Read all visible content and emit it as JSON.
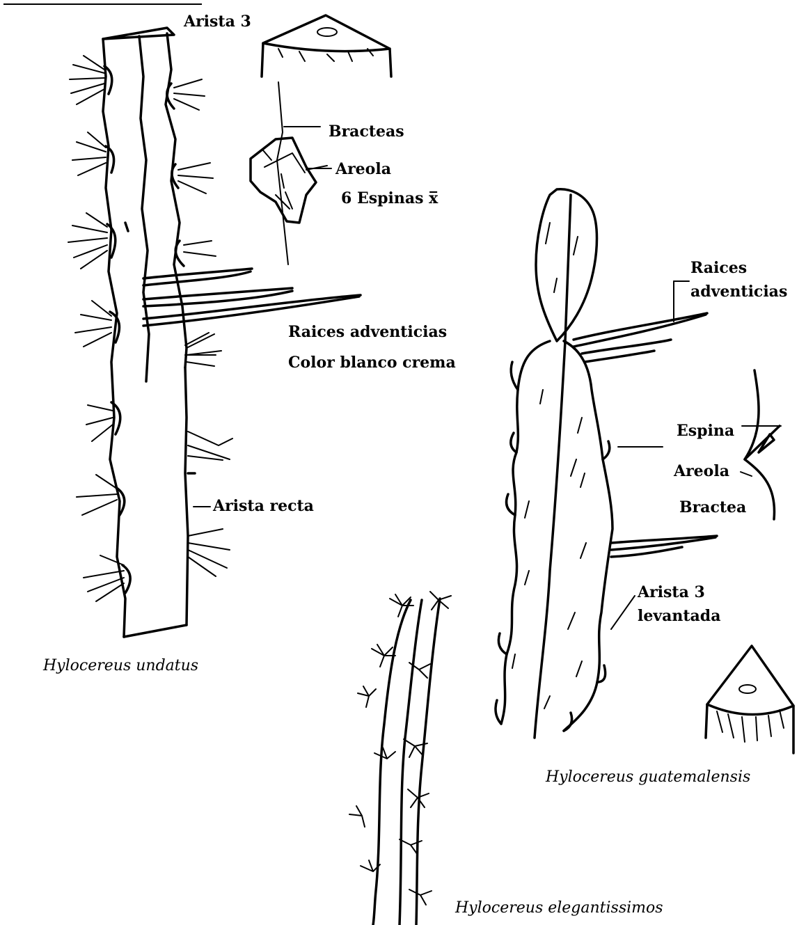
{
  "labels": {
    "arista3": "Arista 3",
    "bracteas": "Bracteas",
    "areola_top": "Areola",
    "espinas": "6 Espinas x̅",
    "raices_left": "Raices adventicias",
    "color": "Color blanco crema",
    "arista_recta": "Arista recta",
    "raices_right_1": "Raices",
    "raices_right_2": "adventicias",
    "espina": "Espina",
    "areola_right": "Areola",
    "bractea": "Bractea",
    "arista3_lev_1": "Arista 3",
    "arista3_lev_2": "levantada"
  },
  "species": {
    "undatus": "Hylocereus undatus",
    "guatemalensis": "Hylocereus guatemalensis",
    "elegantissimos": "Hylocereus elegantissimos"
  }
}
